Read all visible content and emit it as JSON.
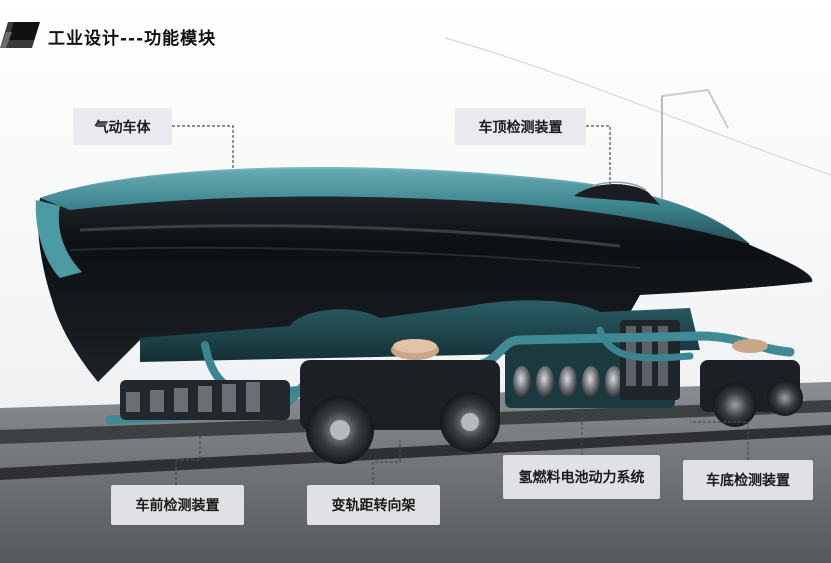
{
  "header": {
    "title": "工业设计---功能模块",
    "logo_icon": "parallelogram-logo-icon"
  },
  "colors": {
    "teal": "#3f8a95",
    "teal_dark": "#23535b",
    "body_black": "#101316",
    "callout_bg": "#e8eaed"
  },
  "callouts": {
    "aero_body": "气动车体",
    "roof_detection": "车顶检测装置",
    "front_detection": "车前检测装置",
    "gauge_bogie": "变轨距转向架",
    "fuel_cell": "氢燃料电池动力系统",
    "underbody_detection": "车底检测装置"
  }
}
